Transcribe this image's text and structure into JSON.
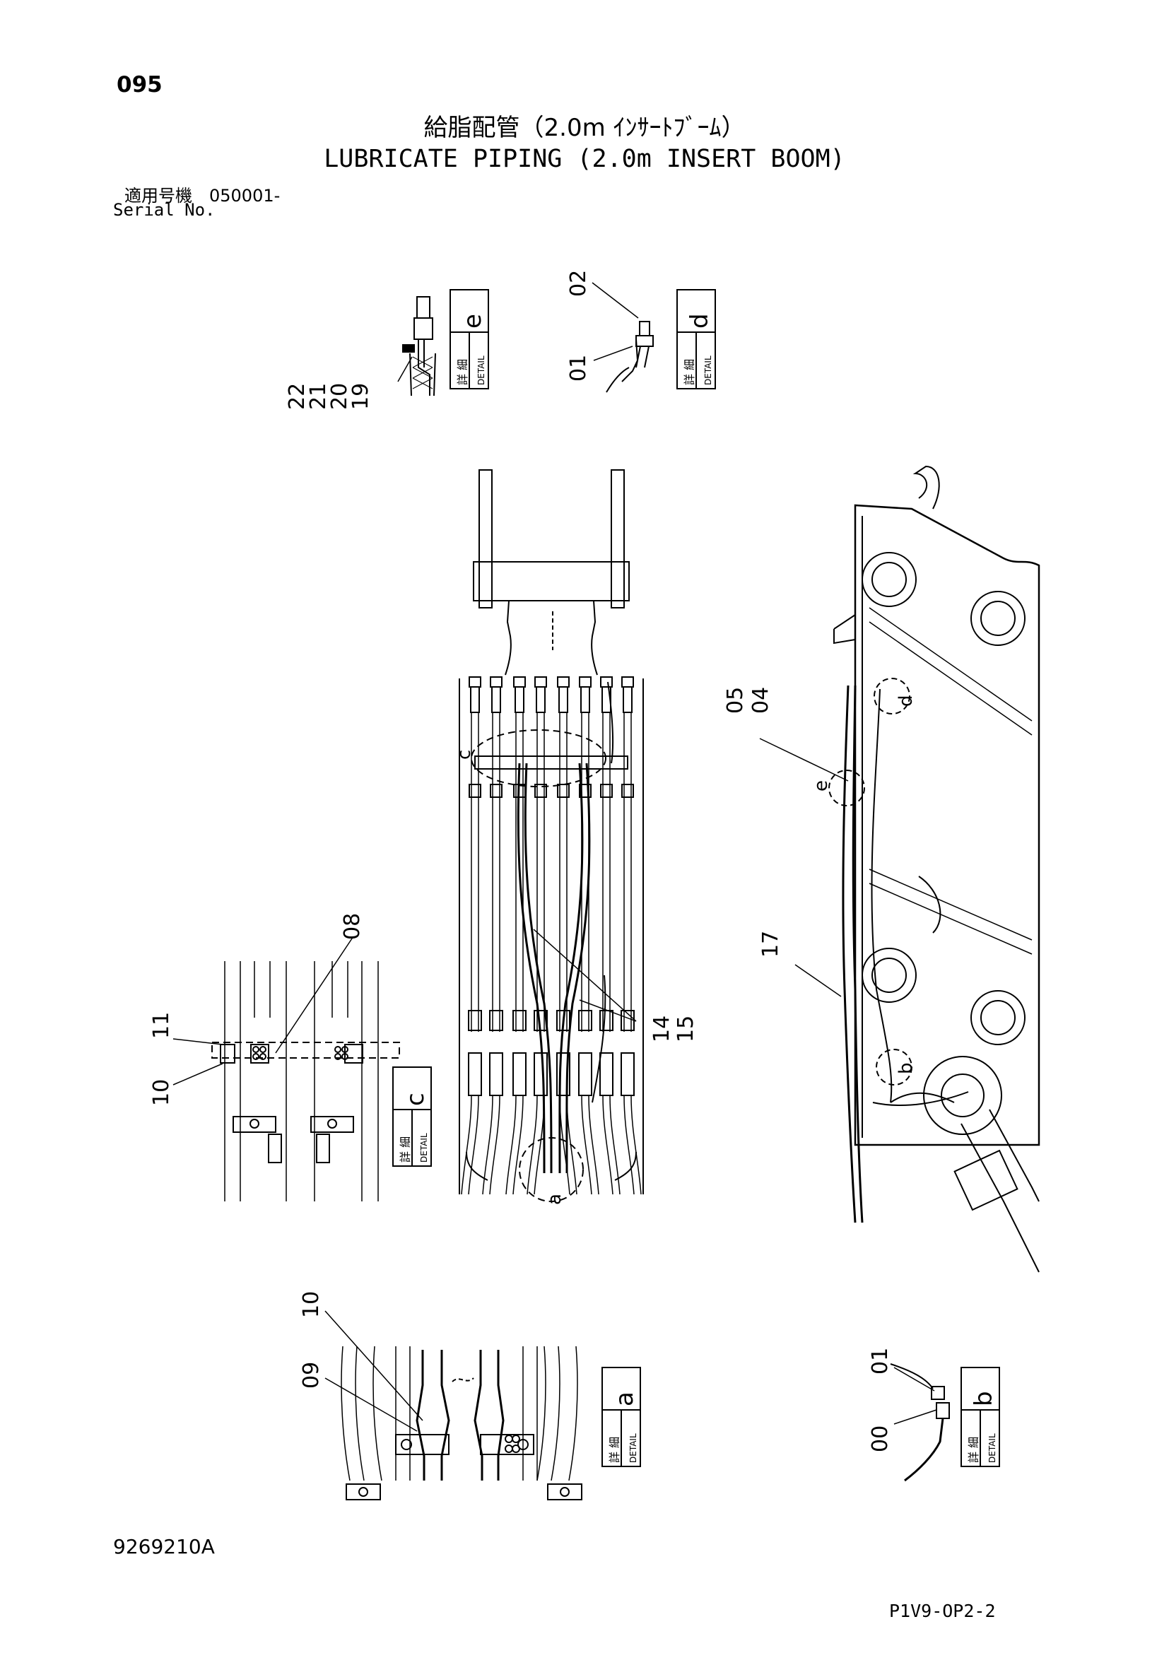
{
  "page": {
    "number": "095",
    "title_jp": "給脂配管（2.0m ｲﾝｻｰﾄﾌﾞｰﾑ）",
    "title_en": "LUBRICATE PIPING (2.0m INSERT BOOM)",
    "serial_label_jp": "適用号機　050001-",
    "serial_label_en": "Serial No.",
    "drawing_number": "9269210A",
    "page_code": "P1V9-OP2-2"
  },
  "detail_box": {
    "kanji": "詳 細",
    "word": "DETAIL"
  },
  "details": [
    {
      "letter": "e",
      "parts": [
        "22",
        "21",
        "20",
        "19"
      ]
    },
    {
      "letter": "d",
      "parts": [
        "02",
        "01"
      ]
    },
    {
      "letter": "c",
      "parts": [
        "11",
        "10",
        "08"
      ]
    },
    {
      "letter": "a",
      "parts": [
        "10",
        "09"
      ]
    },
    {
      "letter": "b",
      "parts": [
        "01",
        "00"
      ]
    }
  ],
  "main_view": {
    "part_labels": [
      "14",
      "15"
    ],
    "markers": [
      "c",
      "a"
    ]
  },
  "side_view": {
    "part_labels": [
      "05",
      "04",
      "17"
    ],
    "markers": [
      "d",
      "e",
      "b"
    ]
  },
  "colors": {
    "ink": "#000000",
    "paper": "#ffffff"
  }
}
